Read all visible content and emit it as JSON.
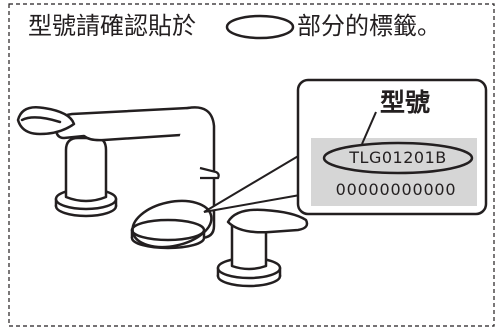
{
  "instruction": {
    "before_symbol": "型號請確認貼於",
    "after_symbol": "部分的標籤。"
  },
  "label_callout": {
    "heading": "型號",
    "model_number": "TLG01201B",
    "serial_number": "00000000000"
  },
  "colors": {
    "line": "#231f20",
    "label_background": "#d6d6d6",
    "background": "#ffffff"
  }
}
